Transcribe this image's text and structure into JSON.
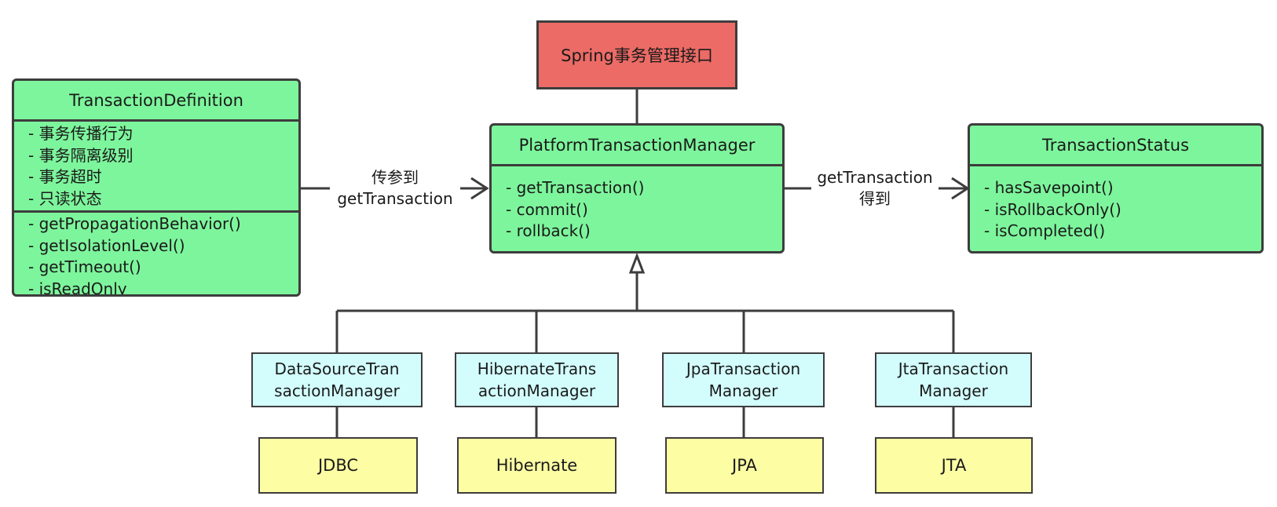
{
  "interface": {
    "title": "Spring事务管理接口"
  },
  "definition": {
    "title": "TransactionDefinition",
    "attributes": [
      "- 事务传播行为",
      "- 事务隔离级别",
      "- 事务超时",
      "- 只读状态"
    ],
    "methods": [
      "- getPropagationBehavior()",
      "- getIsolationLevel()",
      "- getTimeout()",
      "- isReadOnly"
    ]
  },
  "manager": {
    "title": "PlatformTransactionManager",
    "methods": [
      "- getTransaction()",
      "- commit()",
      "- rollback()"
    ]
  },
  "status": {
    "title": "TransactionStatus",
    "methods": [
      "- hasSavepoint()",
      "- isRollbackOnly()",
      "- isCompleted()"
    ]
  },
  "edges": {
    "definition_to_manager": [
      "传参到",
      "getTransaction"
    ],
    "manager_to_status": [
      "getTransaction",
      "得到"
    ]
  },
  "implementations": [
    {
      "lines": [
        "DataSourceTran",
        "sactionManager"
      ],
      "tech": "JDBC"
    },
    {
      "lines": [
        "HibernateTrans",
        "actionManager"
      ],
      "tech": "Hibernate"
    },
    {
      "lines": [
        "JpaTransaction",
        "Manager"
      ],
      "tech": "JPA"
    },
    {
      "lines": [
        "JtaTransaction",
        "Manager"
      ],
      "tech": "JTA"
    }
  ],
  "colors": {
    "interface": "#ec6b66",
    "class": "#7df59c",
    "implementation": "#d3fdfd",
    "technology": "#fdfda4",
    "border": "#3d3d3d"
  }
}
